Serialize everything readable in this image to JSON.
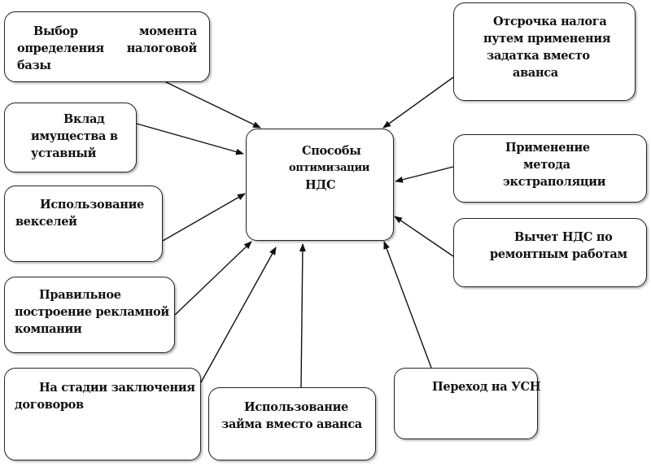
{
  "center": {
    "lines": [
      "Способы",
      "оптимизации",
      "НДС"
    ]
  },
  "methods": [
    {
      "id": "tax-base-moment",
      "lines": [
        "Выбор моме нта",
        "определения налоговой",
        "базы"
      ]
    },
    {
      "id": "property-contribution",
      "lines": [
        "Вклад",
        "имущества в",
        "уставный"
      ]
    },
    {
      "id": "bills",
      "lines": [
        "Использование",
        "векселей"
      ]
    },
    {
      "id": "advertising",
      "lines": [
        "Правильное",
        "построение рекламной",
        "компании"
      ]
    },
    {
      "id": "contract-stage",
      "lines": [
        "На стадии заключения",
        "договоров"
      ]
    },
    {
      "id": "loan-instead-advance",
      "lines": [
        "Использование",
        "займа вместо аванса"
      ]
    },
    {
      "id": "usn",
      "lines": [
        "Переход на УСН"
      ]
    },
    {
      "id": "repair-deduction",
      "lines": [
        "Вычет НДС по",
        "ремонтным работам"
      ]
    },
    {
      "id": "extrapolation",
      "lines": [
        "Применение",
        "метода",
        "экстраполяции"
      ]
    },
    {
      "id": "deposit-deferral",
      "lines": [
        "Отсрочка налога",
        "путем применения",
        "задатка вместо",
        "аванса"
      ]
    }
  ]
}
